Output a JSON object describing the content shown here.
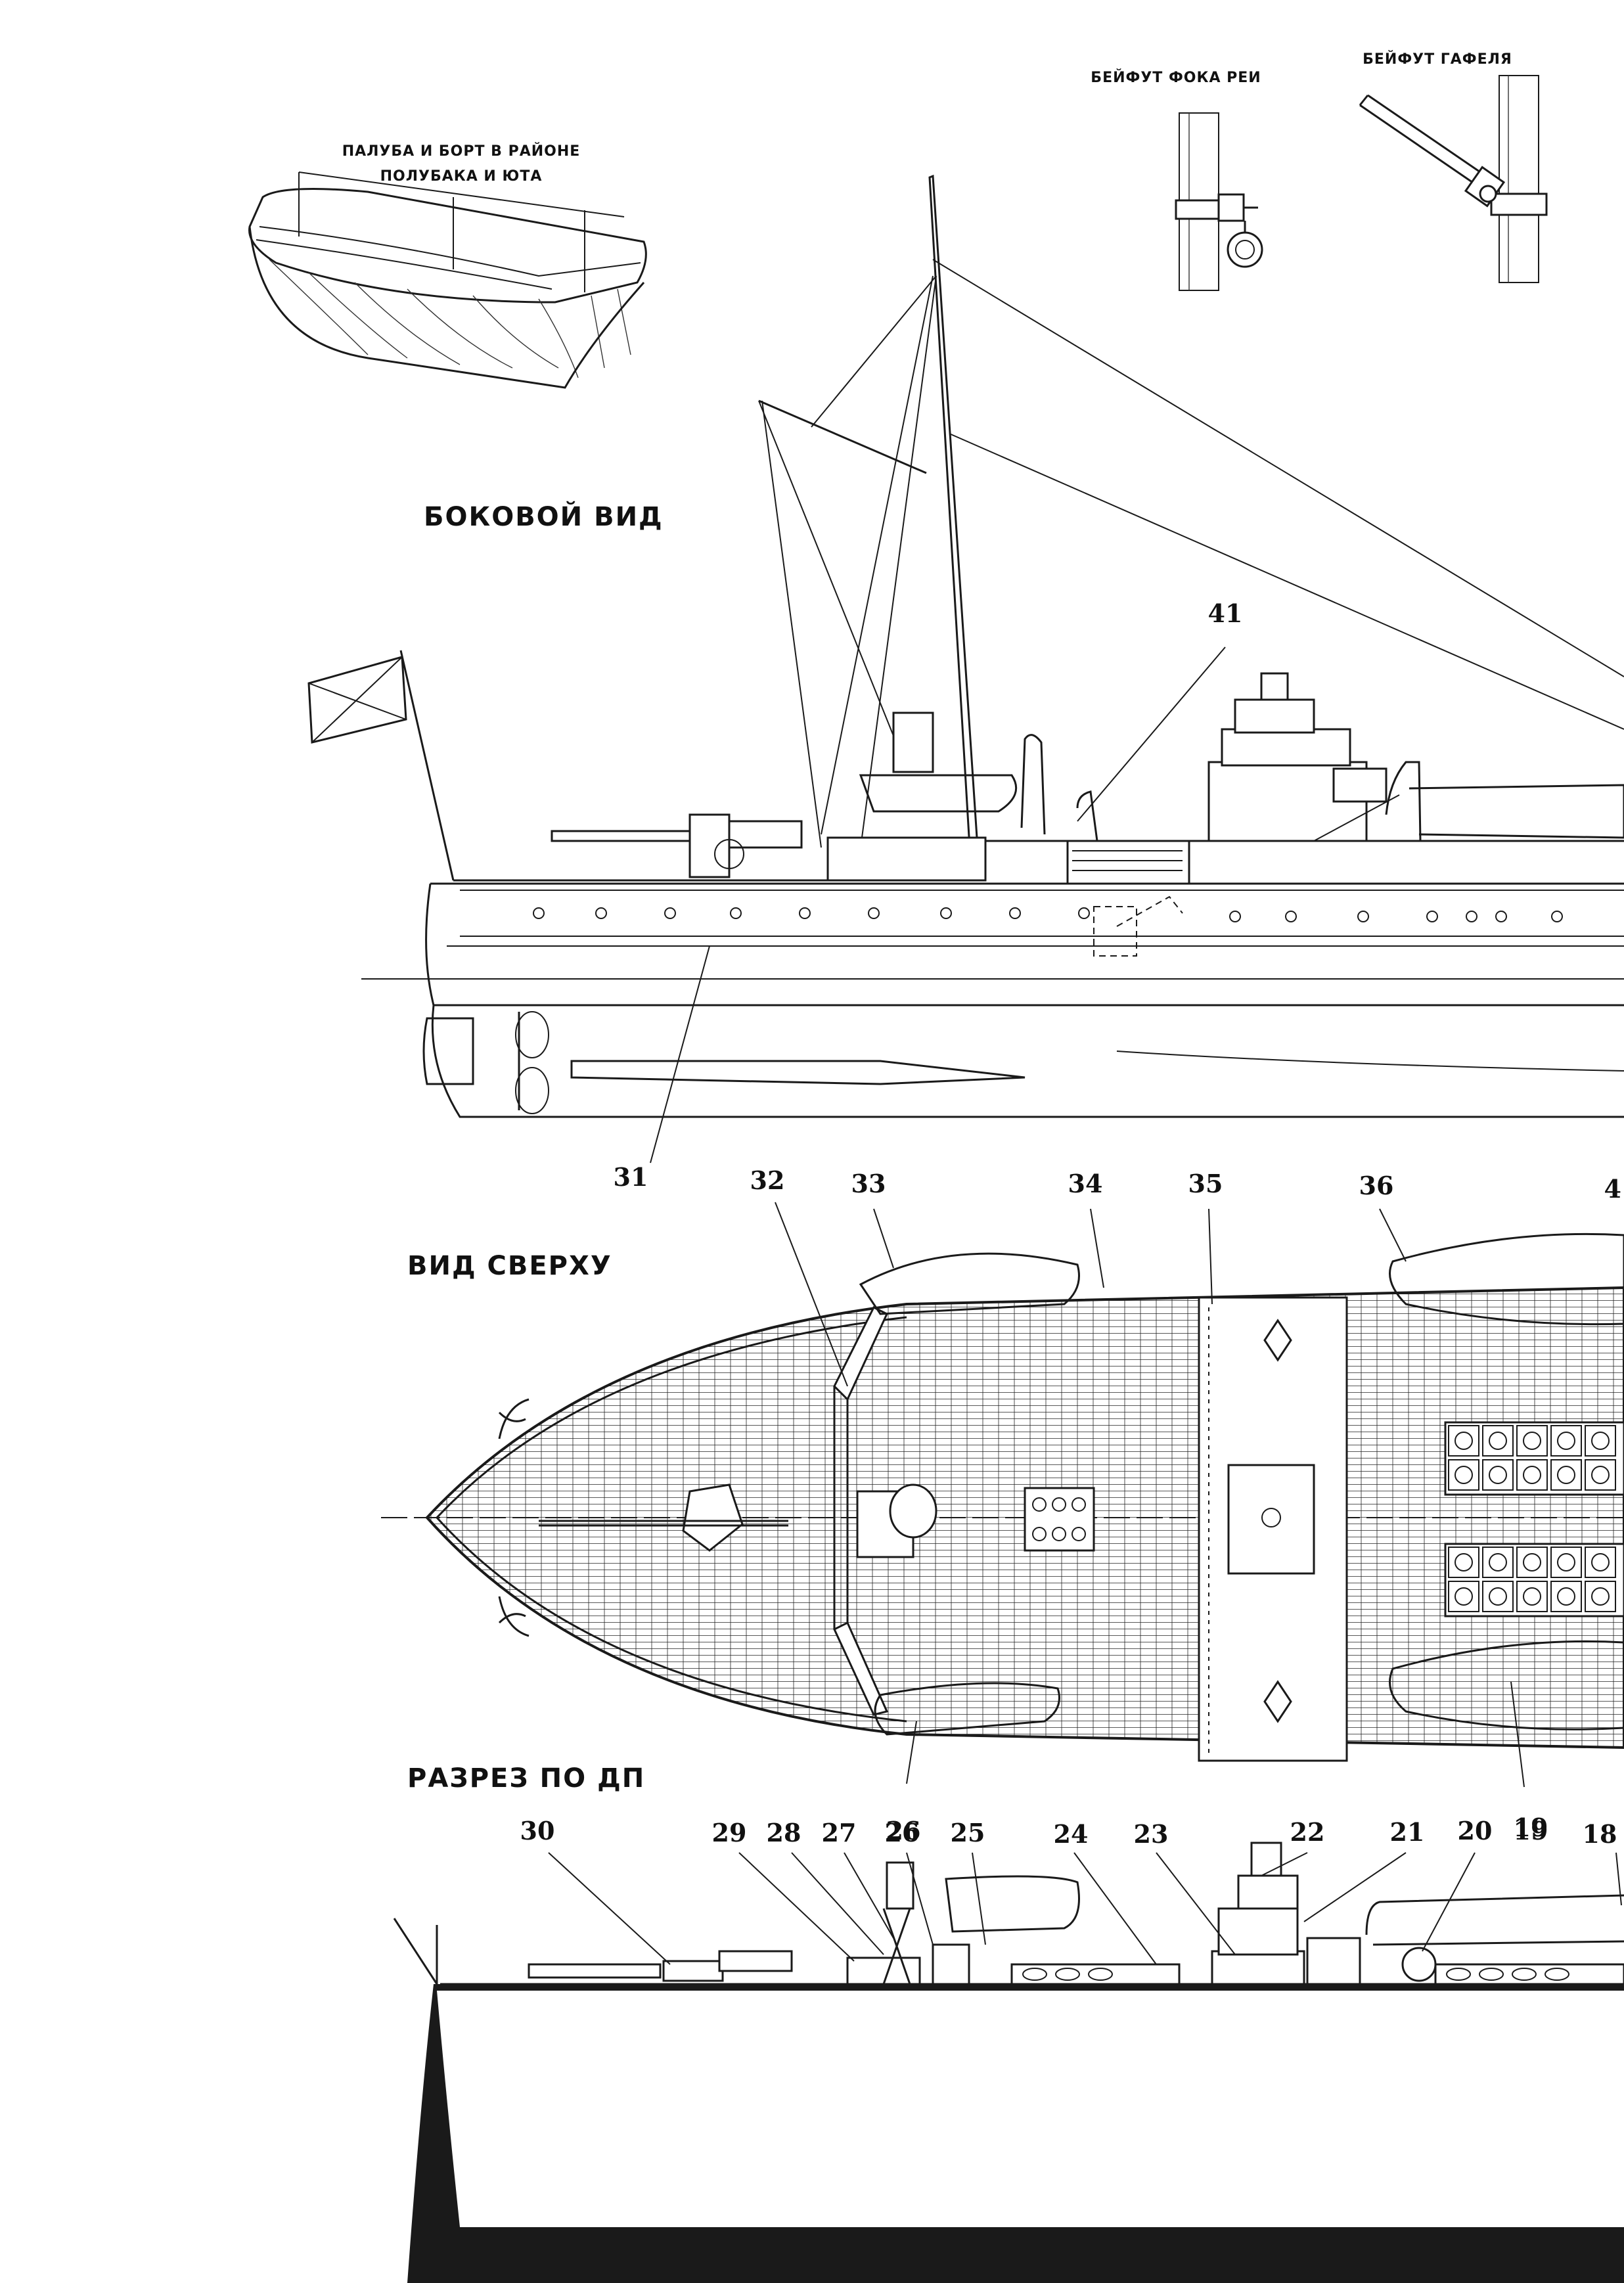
{
  "page": {
    "bg_color": "#ffffff",
    "ink_color": "#1a1a1a"
  },
  "headings": {
    "deck_detail": [
      "ПАЛУБА И БОРТ В РАЙОНЕ",
      "ПОЛУБАКА И ЮТА"
    ],
    "foreyard_belaying": "БЕЙФУТ ФОКА РЕИ",
    "gaff_belaying": "БЕЙФУТ ГАФЕЛЯ",
    "side_view": "БОКОВОЙ ВИД",
    "top_view": "ВИД СВЕРХУ",
    "centerline_section": "РАЗРЕЗ ПО ДП"
  },
  "callouts": {
    "side": [
      "41",
      "31"
    ],
    "top": [
      "32",
      "33",
      "34",
      "35",
      "36",
      "4"
    ],
    "top_lower": [
      "26",
      "19"
    ],
    "section": [
      "30",
      "29",
      "28",
      "27",
      "26",
      "25",
      "24",
      "23",
      "22",
      "21",
      "20",
      "19",
      "18"
    ]
  },
  "icons": [
    "flag-icon",
    "gun-icon",
    "lifeboat-icon",
    "propeller-icon",
    "anchor-icon"
  ]
}
